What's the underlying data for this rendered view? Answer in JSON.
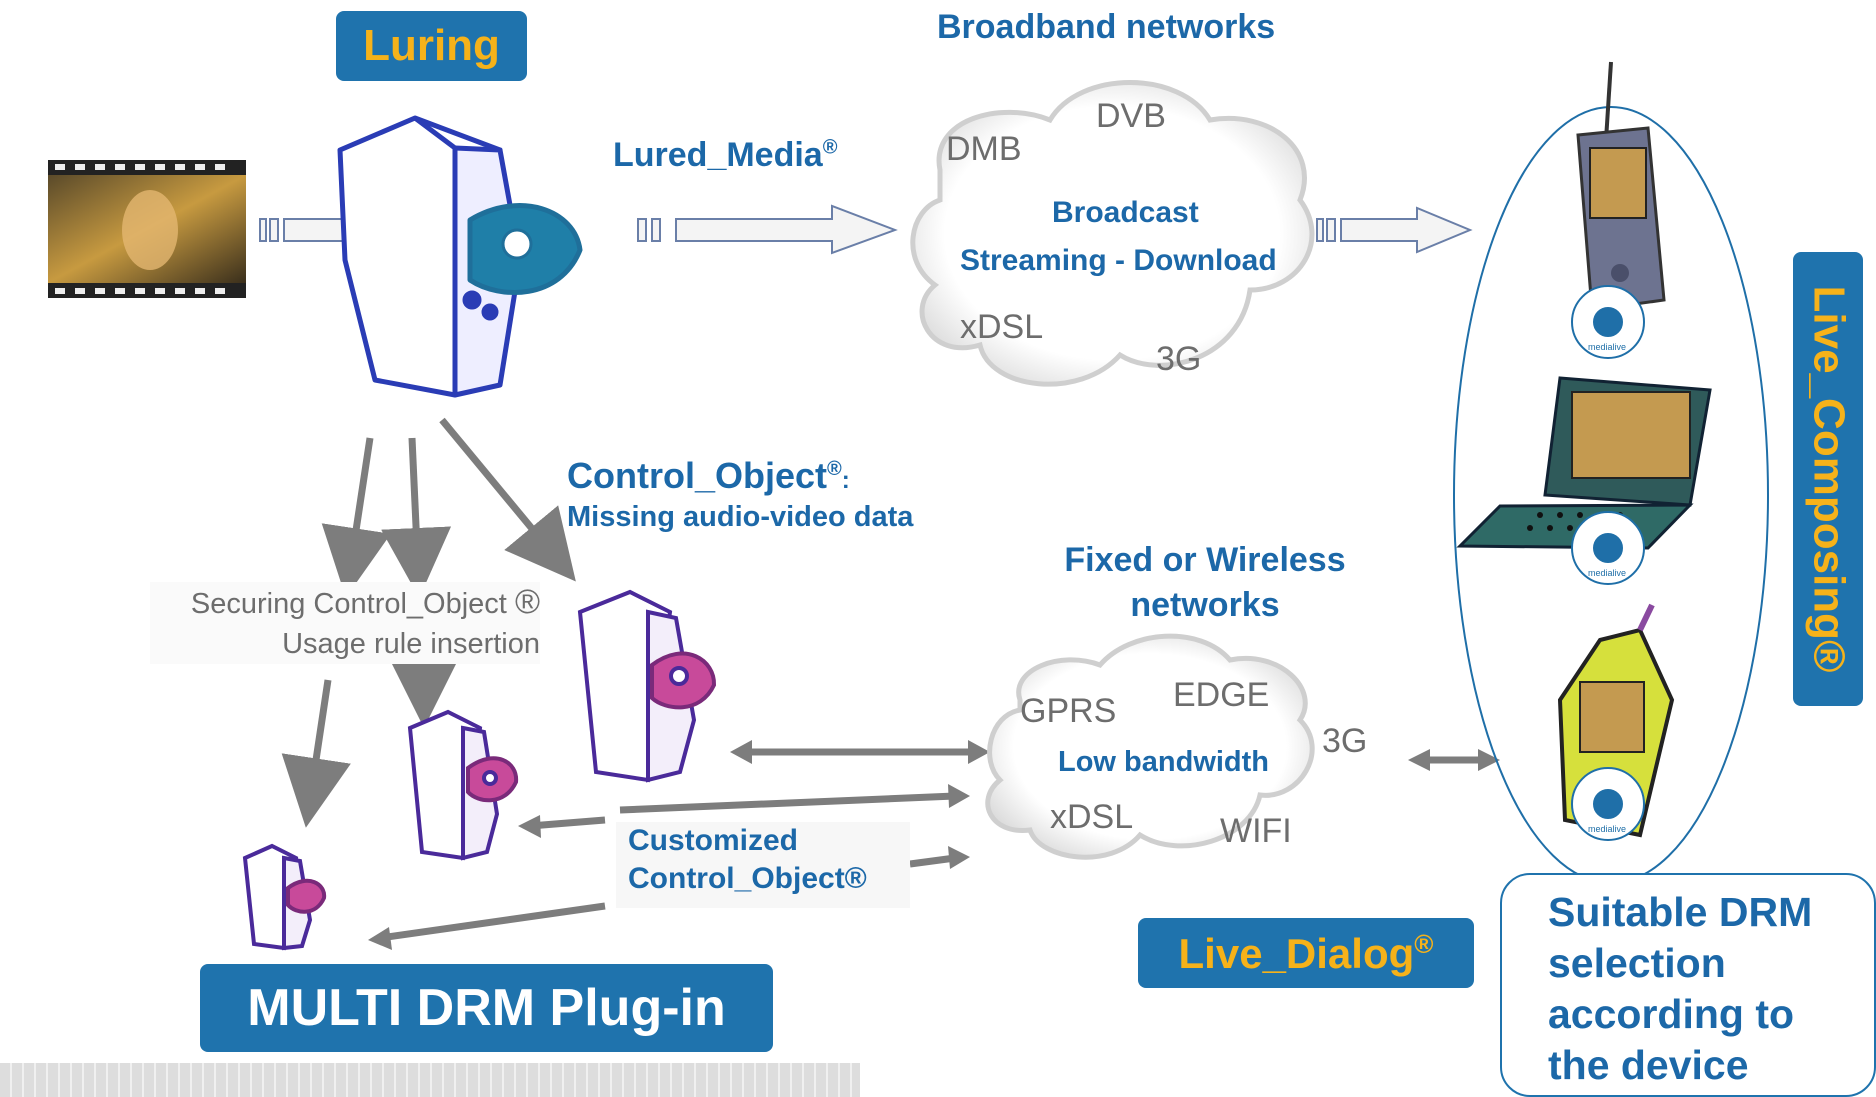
{
  "title_luring": "Luring",
  "broadband_title": "Broadband networks",
  "lured_media": "Lured_Media",
  "broadband_cloud": {
    "top1": "DMB",
    "top2": "DVB",
    "center1": "Broadcast",
    "center2": "Streaming - Download",
    "bottom1": "xDSL",
    "bottom2": "3G"
  },
  "control_object_title": "Control_Object",
  "control_object_desc": "Missing audio-video data",
  "securing_line1": "Securing Control_Object",
  "securing_line2": "Usage rule insertion",
  "fixed_wireless_line1": "Fixed or Wireless",
  "fixed_wireless_line2": "networks",
  "low_cloud": {
    "a": "GPRS",
    "b": "EDGE",
    "c": "3G",
    "center": "Low bandwidth",
    "d": "xDSL",
    "e": "WIFI"
  },
  "customized_line1": "Customized",
  "customized_line2": "Control_Object®",
  "live_dialog": "Live_Dialog",
  "live_composing": "Live_Composing®",
  "multi_drm": "MULTI DRM Plug-in",
  "drm_note": [
    "Suitable DRM",
    "selection",
    "according to",
    "the device"
  ],
  "device_logo": "medialive",
  "registered_mark": "®",
  "colors": {
    "accent_blue": "#1f73ad",
    "accent_orange": "#f6b21a",
    "text_blue": "#1c68a8",
    "arrow_gray": "#7d7d7d"
  }
}
